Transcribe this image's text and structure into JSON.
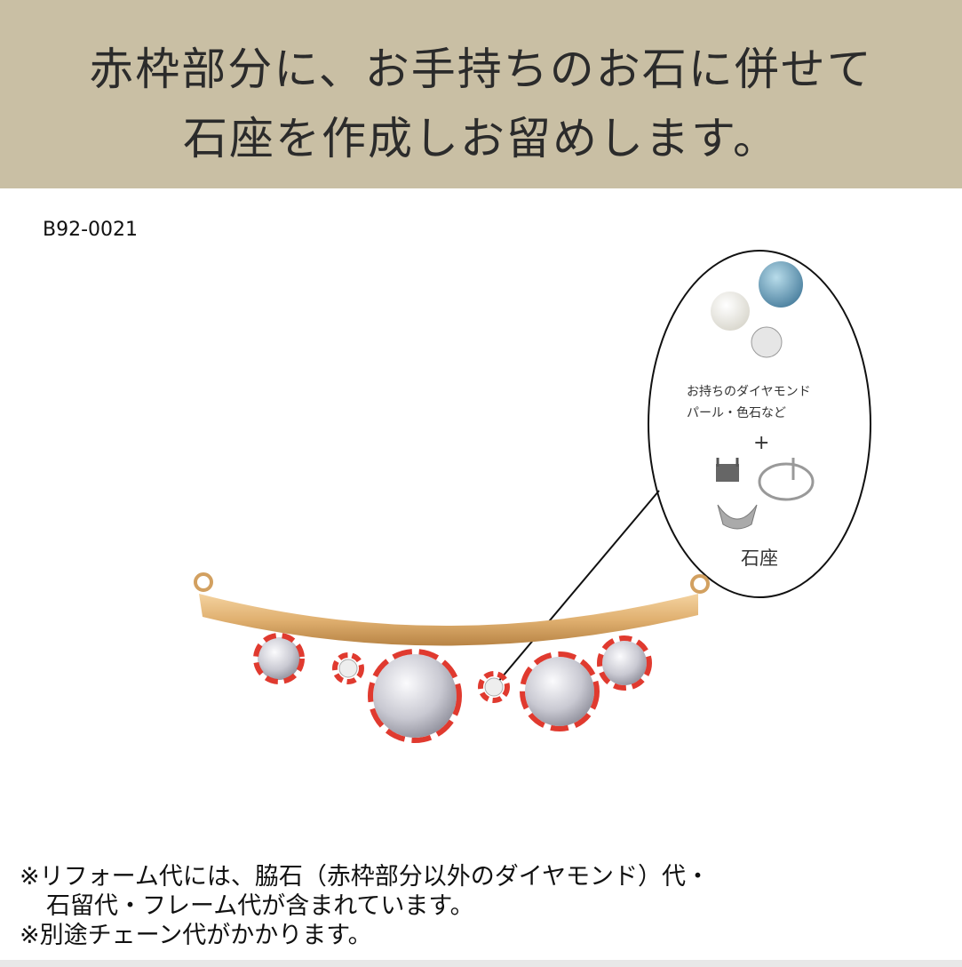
{
  "header": {
    "line1": "赤枠部分に、お手持ちのお石に併せて",
    "line2": "石座を作成しお留めします。"
  },
  "product_code": "B92-0021",
  "callout": {
    "stones_label_line1": "お持ちのダイヤモンド",
    "stones_label_line2": "パール・色石など",
    "plus": "+",
    "setting_label": "石座"
  },
  "notes": {
    "line1": "※リフォーム代には、脇石（赤枠部分以外のダイヤモンド）代・",
    "line2": "石留代・フレーム代が含まれています。",
    "line3": "※別途チェーン代がかかります。"
  },
  "colors": {
    "banner": "#c9bfa4",
    "highlight": "#e03a2f",
    "gold": "#e0b67c"
  }
}
